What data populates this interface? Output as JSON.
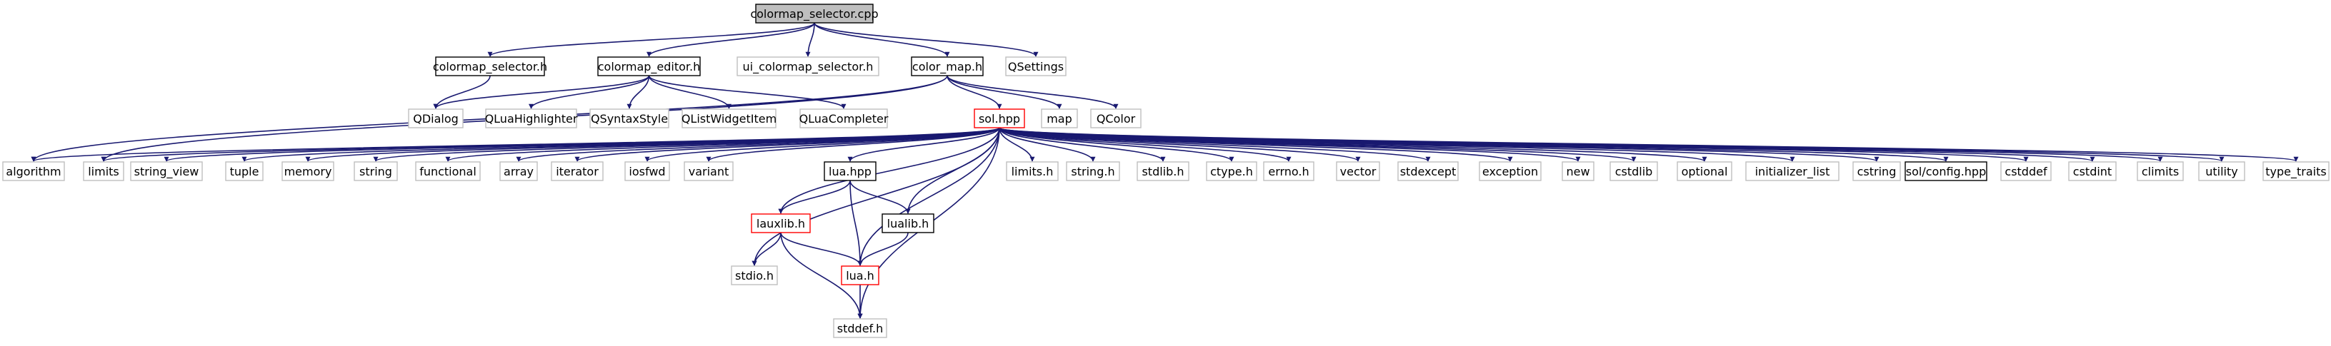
{
  "colors": {
    "edge": "#191970",
    "box_black": "#000000",
    "box_gray": "#bfbfbf",
    "box_red": "#ff0000",
    "root_fill": "#bfbfbf",
    "fill": "#ffffff"
  },
  "nodes": {
    "root": {
      "label": "colormap_selector.cpp",
      "style": "root"
    },
    "colormap_selector_h": {
      "label": "colormap_selector.h",
      "style": "black"
    },
    "colormap_editor_h": {
      "label": "colormap_editor.h",
      "style": "black"
    },
    "ui_colormap_selector_h": {
      "label": "ui_colormap_selector.h",
      "style": "gray"
    },
    "color_map_h": {
      "label": "color_map.h",
      "style": "black"
    },
    "qsettings": {
      "label": "QSettings",
      "style": "gray"
    },
    "qdialog": {
      "label": "QDialog",
      "style": "gray"
    },
    "qluahighlighter": {
      "label": "QLuaHighlighter",
      "style": "gray"
    },
    "qsyntaxstyle": {
      "label": "QSyntaxStyle",
      "style": "gray"
    },
    "qlistwidgetitem": {
      "label": "QListWidgetItem",
      "style": "gray"
    },
    "qluacompleter": {
      "label": "QLuaCompleter",
      "style": "gray"
    },
    "sol_hpp": {
      "label": "sol.hpp",
      "style": "red"
    },
    "map": {
      "label": "map",
      "style": "gray"
    },
    "qcolor": {
      "label": "QColor",
      "style": "gray"
    },
    "algorithm": {
      "label": "algorithm",
      "style": "gray"
    },
    "limits": {
      "label": "limits",
      "style": "gray"
    },
    "string_view": {
      "label": "string_view",
      "style": "gray"
    },
    "tuple": {
      "label": "tuple",
      "style": "gray"
    },
    "memory": {
      "label": "memory",
      "style": "gray"
    },
    "string": {
      "label": "string",
      "style": "gray"
    },
    "functional": {
      "label": "functional",
      "style": "gray"
    },
    "array": {
      "label": "array",
      "style": "gray"
    },
    "iterator": {
      "label": "iterator",
      "style": "gray"
    },
    "iosfwd": {
      "label": "iosfwd",
      "style": "gray"
    },
    "variant": {
      "label": "variant",
      "style": "gray"
    },
    "lua_hpp": {
      "label": "lua.hpp",
      "style": "black"
    },
    "limits_h": {
      "label": "limits.h",
      "style": "gray"
    },
    "string_h": {
      "label": "string.h",
      "style": "gray"
    },
    "stdlib_h": {
      "label": "stdlib.h",
      "style": "gray"
    },
    "ctype_h": {
      "label": "ctype.h",
      "style": "gray"
    },
    "errno_h": {
      "label": "errno.h",
      "style": "gray"
    },
    "vector": {
      "label": "vector",
      "style": "gray"
    },
    "stdexcept": {
      "label": "stdexcept",
      "style": "gray"
    },
    "exception": {
      "label": "exception",
      "style": "gray"
    },
    "new": {
      "label": "new",
      "style": "gray"
    },
    "cstdlib": {
      "label": "cstdlib",
      "style": "gray"
    },
    "optional": {
      "label": "optional",
      "style": "gray"
    },
    "initializer_list": {
      "label": "initializer_list",
      "style": "gray"
    },
    "cstring": {
      "label": "cstring",
      "style": "gray"
    },
    "sol_config_hpp": {
      "label": "sol/config.hpp",
      "style": "black"
    },
    "cstddef": {
      "label": "cstddef",
      "style": "gray"
    },
    "cstdint": {
      "label": "cstdint",
      "style": "gray"
    },
    "climits": {
      "label": "climits",
      "style": "gray"
    },
    "utility": {
      "label": "utility",
      "style": "gray"
    },
    "type_traits": {
      "label": "type_traits",
      "style": "gray"
    },
    "lauxlib_h": {
      "label": "lauxlib.h",
      "style": "red"
    },
    "lualib_h": {
      "label": "lualib.h",
      "style": "black"
    },
    "stdio_h": {
      "label": "stdio.h",
      "style": "gray"
    },
    "lua_h": {
      "label": "lua.h",
      "style": "red"
    },
    "stddef_h": {
      "label": "stddef.h",
      "style": "gray"
    }
  },
  "edges": [
    [
      "root",
      "colormap_selector_h"
    ],
    [
      "root",
      "colormap_editor_h"
    ],
    [
      "root",
      "ui_colormap_selector_h"
    ],
    [
      "root",
      "color_map_h"
    ],
    [
      "root",
      "qsettings"
    ],
    [
      "colormap_selector_h",
      "qdialog"
    ],
    [
      "colormap_editor_h",
      "qdialog"
    ],
    [
      "colormap_editor_h",
      "qluahighlighter"
    ],
    [
      "colormap_editor_h",
      "qsyntaxstyle"
    ],
    [
      "colormap_editor_h",
      "qlistwidgetitem"
    ],
    [
      "colormap_editor_h",
      "qluacompleter"
    ],
    [
      "color_map_h",
      "sol_hpp"
    ],
    [
      "color_map_h",
      "map"
    ],
    [
      "color_map_h",
      "qcolor"
    ],
    [
      "color_map_h",
      "algorithm"
    ],
    [
      "color_map_h",
      "limits"
    ],
    [
      "sol_hpp",
      "algorithm"
    ],
    [
      "sol_hpp",
      "limits"
    ],
    [
      "sol_hpp",
      "string_view"
    ],
    [
      "sol_hpp",
      "tuple"
    ],
    [
      "sol_hpp",
      "memory"
    ],
    [
      "sol_hpp",
      "string"
    ],
    [
      "sol_hpp",
      "functional"
    ],
    [
      "sol_hpp",
      "array"
    ],
    [
      "sol_hpp",
      "iterator"
    ],
    [
      "sol_hpp",
      "iosfwd"
    ],
    [
      "sol_hpp",
      "variant"
    ],
    [
      "sol_hpp",
      "lua_hpp"
    ],
    [
      "sol_hpp",
      "limits_h"
    ],
    [
      "sol_hpp",
      "string_h"
    ],
    [
      "sol_hpp",
      "stdlib_h"
    ],
    [
      "sol_hpp",
      "ctype_h"
    ],
    [
      "sol_hpp",
      "errno_h"
    ],
    [
      "sol_hpp",
      "vector"
    ],
    [
      "sol_hpp",
      "stdexcept"
    ],
    [
      "sol_hpp",
      "exception"
    ],
    [
      "sol_hpp",
      "new"
    ],
    [
      "sol_hpp",
      "cstdlib"
    ],
    [
      "sol_hpp",
      "optional"
    ],
    [
      "sol_hpp",
      "initializer_list"
    ],
    [
      "sol_hpp",
      "cstring"
    ],
    [
      "sol_hpp",
      "sol_config_hpp"
    ],
    [
      "sol_hpp",
      "cstddef"
    ],
    [
      "sol_hpp",
      "cstdint"
    ],
    [
      "sol_hpp",
      "climits"
    ],
    [
      "sol_hpp",
      "utility"
    ],
    [
      "sol_hpp",
      "type_traits"
    ],
    [
      "sol_hpp",
      "lauxlib_h"
    ],
    [
      "sol_hpp",
      "lualib_h"
    ],
    [
      "sol_hpp",
      "stdio_h"
    ],
    [
      "sol_hpp",
      "lua_h"
    ],
    [
      "sol_hpp",
      "stddef_h"
    ],
    [
      "lua_hpp",
      "lauxlib_h"
    ],
    [
      "lua_hpp",
      "lualib_h"
    ],
    [
      "lua_hpp",
      "lua_h"
    ],
    [
      "lauxlib_h",
      "stdio_h"
    ],
    [
      "lauxlib_h",
      "lua_h"
    ],
    [
      "lauxlib_h",
      "stddef_h"
    ],
    [
      "lualib_h",
      "lua_h"
    ],
    [
      "lua_h",
      "stddef_h"
    ]
  ]
}
